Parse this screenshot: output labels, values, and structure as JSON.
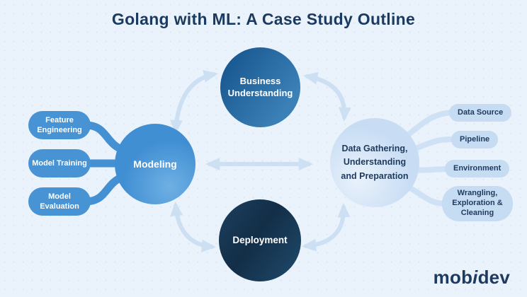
{
  "title": "Golang with ML: A Case Study Outline",
  "colors": {
    "background": "#eaf2fb",
    "title_text": "#1b3a5f",
    "accent_blue": "#4793d3",
    "dark_circle_blue": "#1a5a92",
    "navy_circle": "#132e47",
    "light_circle": "#c8ddf4",
    "arrow": "#cde0f3"
  },
  "nodes": {
    "business_understanding": {
      "label": "Business Understanding"
    },
    "modeling": {
      "label": "Modeling"
    },
    "data_gathering": {
      "label": "Data Gathering, Understanding and Preparation"
    },
    "deployment": {
      "label": "Deployment"
    }
  },
  "modeling_steps": [
    "Feature Engineering",
    "Model Training",
    "Model Evaluation"
  ],
  "data_steps": [
    "Data Source",
    "Pipeline",
    "Environment",
    "Wrangling, Exploration & Cleaning"
  ],
  "logo": {
    "prefix": "mob",
    "accent": "i",
    "suffix": "dev"
  }
}
